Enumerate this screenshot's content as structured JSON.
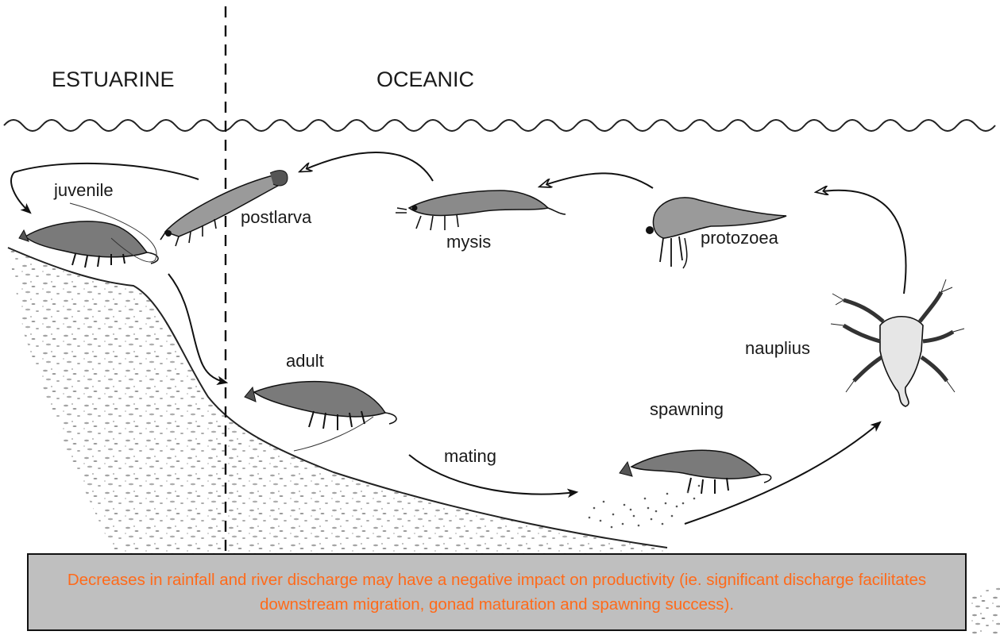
{
  "zones": {
    "estuarine": "ESTUARINE",
    "oceanic": "OCEANIC"
  },
  "stages": {
    "juvenile": "juvenile",
    "postlarva": "postlarva",
    "mysis": "mysis",
    "protozoea": "protozoea",
    "nauplius": "nauplius",
    "adult": "adult",
    "mating": "mating",
    "spawning": "spawning"
  },
  "note": {
    "text": "Decreases in rainfall and river discharge may have a negative impact on productivity (ie. significant discharge facilitates downstream migration, gonad maturation and spawning success).",
    "text_color": "#ff6a1a",
    "box_color": "#bfbfbf"
  }
}
